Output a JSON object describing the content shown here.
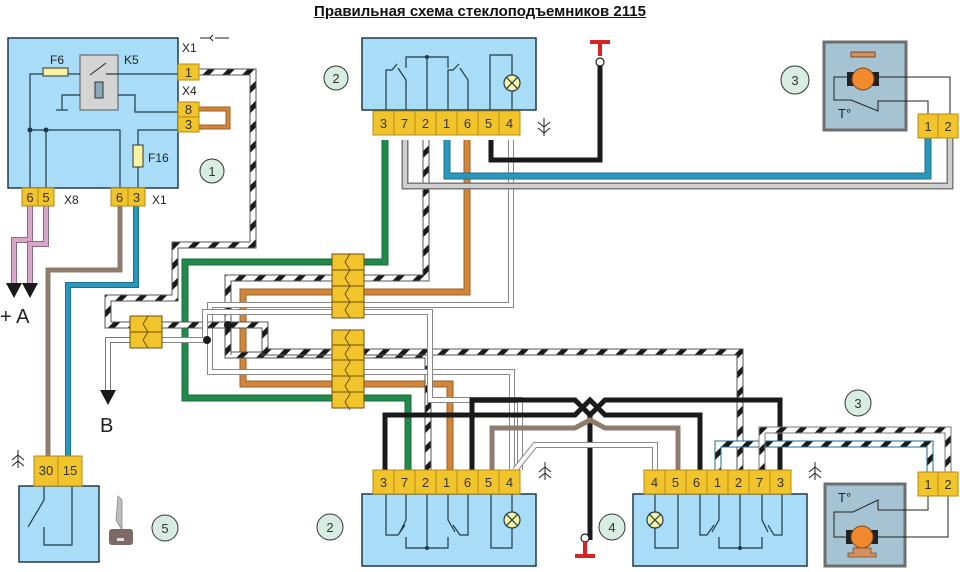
{
  "title": "Правильная схема стеклоподъемников 2115",
  "colors": {
    "module_fill": "#a9dcf6",
    "module_stroke": "#1f3a4a",
    "pin_fill": "#f2c42c",
    "pin_stroke": "#b58a14",
    "callout_fill": "#d7ede1",
    "motor_box_fill": "#a6c3d3",
    "motor_box_stroke": "#6e6e6e",
    "motor_body": "#f08a2c",
    "wire_green": "#208a4a",
    "wire_orange": "#d1863a",
    "wire_blue": "#2a97bd",
    "wire_gray": "#9e9e9e",
    "wire_brown": "#8e7c6c",
    "wire_pink": "#d7a6c8",
    "wire_black": "#1a1a1a",
    "ground_red": "#d62424"
  },
  "mounting_block": {
    "callout": "1",
    "fuse_f6": "F6",
    "relay_k5": "K5",
    "fuse_f16": "F16",
    "x1_top_label": "X1",
    "x1_top_pin": "1",
    "x4_label": "X4",
    "x4_pins": [
      "8",
      "3"
    ],
    "x8_label": "X8",
    "x8_pins": [
      "6",
      "5"
    ],
    "x1_bottom_label": "X1",
    "x1_bottom_pins": [
      "6",
      "3"
    ]
  },
  "switch_top": {
    "callout": "2",
    "pins": [
      "3",
      "7",
      "2",
      "1",
      "6",
      "5",
      "4"
    ]
  },
  "switch_bottom": {
    "callout": "2",
    "pins": [
      "3",
      "7",
      "2",
      "1",
      "6",
      "5",
      "4"
    ]
  },
  "switch_right": {
    "callout": "4",
    "pins": [
      "4",
      "5",
      "6",
      "1",
      "2",
      "7",
      "3"
    ]
  },
  "motor_top": {
    "callout": "3",
    "temp_label": "T°",
    "pins": [
      "1",
      "2"
    ]
  },
  "motor_bottom": {
    "callout": "3",
    "temp_label": "T°",
    "pins": [
      "1",
      "2"
    ]
  },
  "ignition_switch": {
    "callout": "5",
    "pins": [
      "30",
      "15"
    ]
  },
  "terminals": {
    "plus_a": "+ A",
    "b": "B"
  }
}
